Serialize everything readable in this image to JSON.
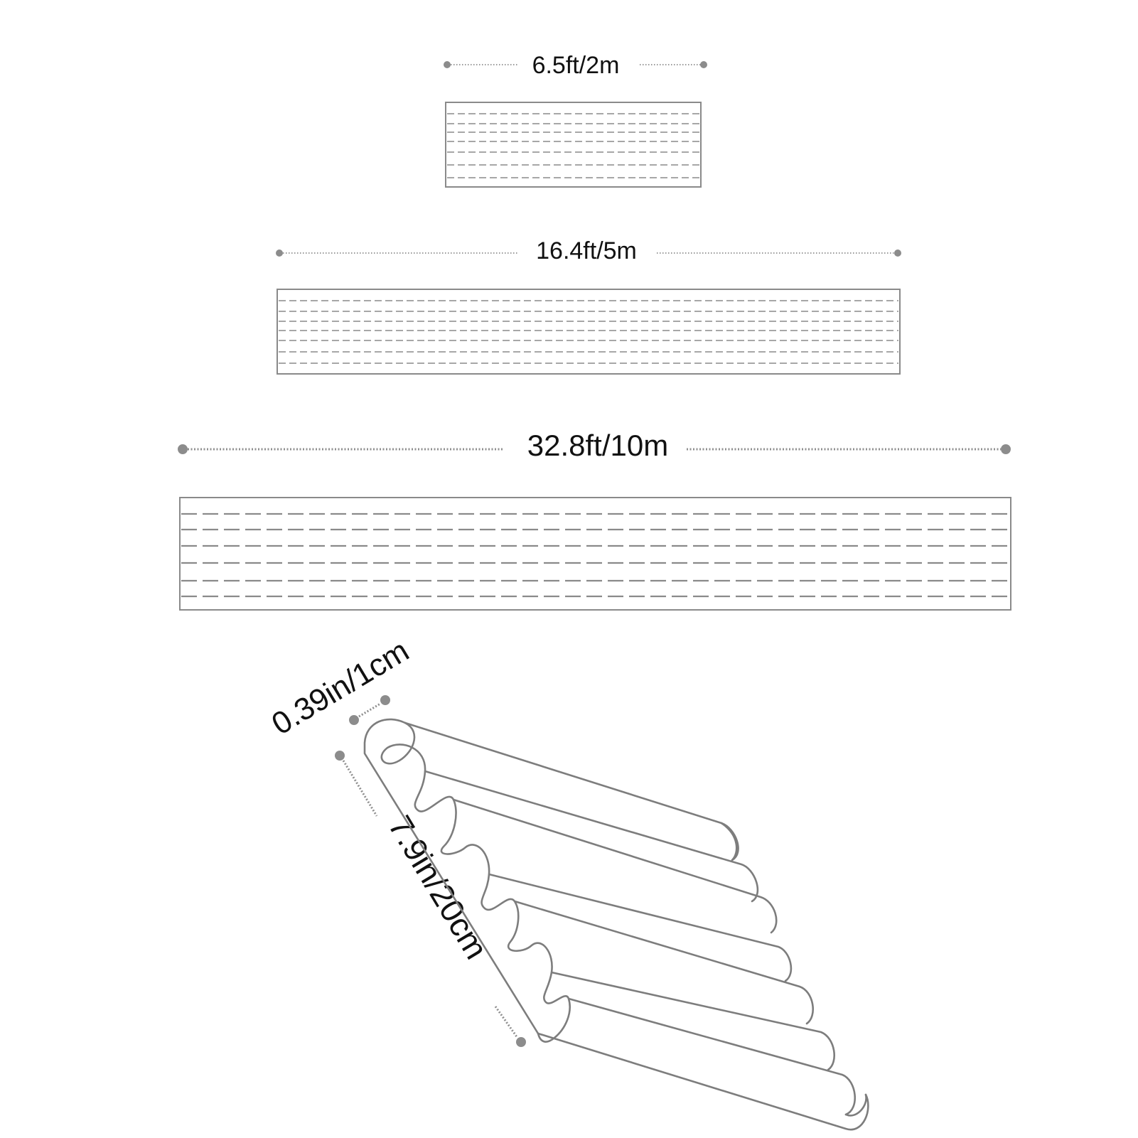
{
  "dimensions": {
    "small_length": "6.5ft/2m",
    "medium_length": "16.4ft/5m",
    "large_length": "32.8ft/10m",
    "width": "0.39in/1cm",
    "fold_length": "7.9in/20cm"
  },
  "colors": {
    "text": "#111111",
    "line": "#8a8a8a",
    "background": "#ffffff"
  }
}
